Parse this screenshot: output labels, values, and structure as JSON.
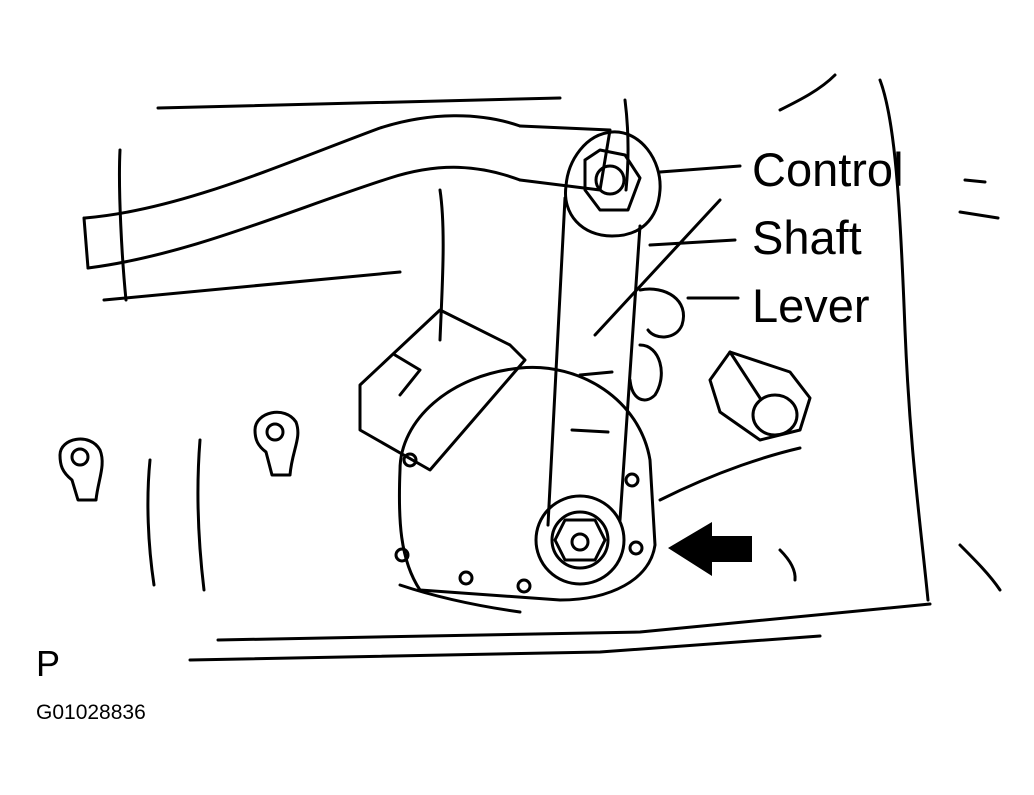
{
  "callout": {
    "line1": "Control",
    "line2": "Shaft",
    "line3": "Lever"
  },
  "position_label": "P",
  "figure_code": "G01028836",
  "colors": {
    "ink": "#000000",
    "paper": "#ffffff"
  }
}
